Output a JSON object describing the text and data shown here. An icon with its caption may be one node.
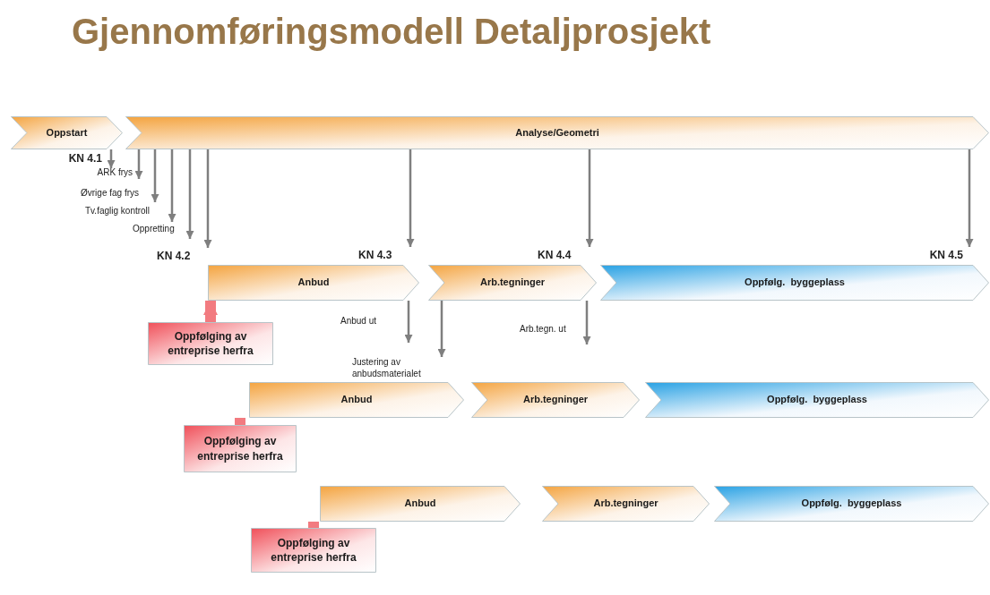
{
  "diagram": {
    "title": "Gjennomføringsmodell Detaljprosjekt",
    "nodes": [
      {
        "text": [
          "Oppstart"
        ]
      },
      {
        "text": [
          "Analyse/Geometri"
        ]
      },
      {
        "text": [
          "KN 4.1"
        ]
      },
      {
        "text": [
          "ARK frys"
        ]
      },
      {
        "text": [
          "Øvrige fag frys"
        ]
      },
      {
        "text": [
          "Tv.faglig kontroll"
        ]
      },
      {
        "text": [
          "Oppretting"
        ]
      },
      {
        "text": [
          "KN 4.2"
        ]
      },
      {
        "text": [
          "KN 4.3"
        ]
      },
      {
        "text": [
          "KN 4.4"
        ]
      },
      {
        "text": [
          "KN 4.5"
        ]
      },
      {
        "text": [
          "Anbud"
        ]
      },
      {
        "text": [
          "Arb.tegninger"
        ]
      },
      {
        "text": [
          "Oppfølg.  byggeplass"
        ]
      },
      {
        "text": [
          "Oppfølging av entreprise herfra"
        ]
      },
      {
        "text": [
          "Anbud ut"
        ]
      },
      {
        "text": [
          "Arb.tegn. ut"
        ]
      },
      {
        "text": [
          "Justering av anbudsmaterialet"
        ]
      },
      {
        "text": [
          "Anbud"
        ]
      },
      {
        "text": [
          "Arb.tegninger"
        ]
      },
      {
        "text": [
          "Oppfølg.  byggeplass"
        ]
      },
      {
        "text": [
          "Oppfølging av entreprise herfra"
        ]
      },
      {
        "text": [
          "Anbud"
        ]
      },
      {
        "text": [
          "Arb.tegninger"
        ]
      },
      {
        "text": [
          "Oppfølg.  byggeplass"
        ]
      },
      {
        "text": [
          "Oppfølging av entreprise herfra"
        ]
      }
    ],
    "edges": [
      {
        "from": 0,
        "to": 2,
        "arrow": "to"
      },
      {
        "from": 1,
        "to": 3,
        "arrow": "to"
      },
      {
        "from": 1,
        "to": 4,
        "arrow": "to"
      },
      {
        "from": 1,
        "to": 5,
        "arrow": "to"
      },
      {
        "from": 1,
        "to": 6,
        "arrow": "to"
      },
      {
        "from": 1,
        "to": 7,
        "arrow": "to"
      },
      {
        "from": 1,
        "to": 8,
        "arrow": "to"
      },
      {
        "from": 1,
        "to": 9,
        "arrow": "to"
      },
      {
        "from": 1,
        "to": 10,
        "arrow": "to"
      },
      {
        "from": 11,
        "to": 15,
        "arrow": "to"
      },
      {
        "from": 12,
        "to": 17,
        "arrow": "to"
      },
      {
        "from": 12,
        "to": 16,
        "arrow": "to"
      },
      {
        "from": 14,
        "to": 11,
        "arrow": "to",
        "style": "thick",
        "color": "#f27b80"
      },
      {
        "from": 21,
        "to": 18,
        "arrow": "to",
        "style": "thick",
        "color": "#f27b80"
      },
      {
        "from": 25,
        "to": 22,
        "arrow": "to",
        "style": "thick",
        "color": "#f27b80"
      }
    ]
  }
}
